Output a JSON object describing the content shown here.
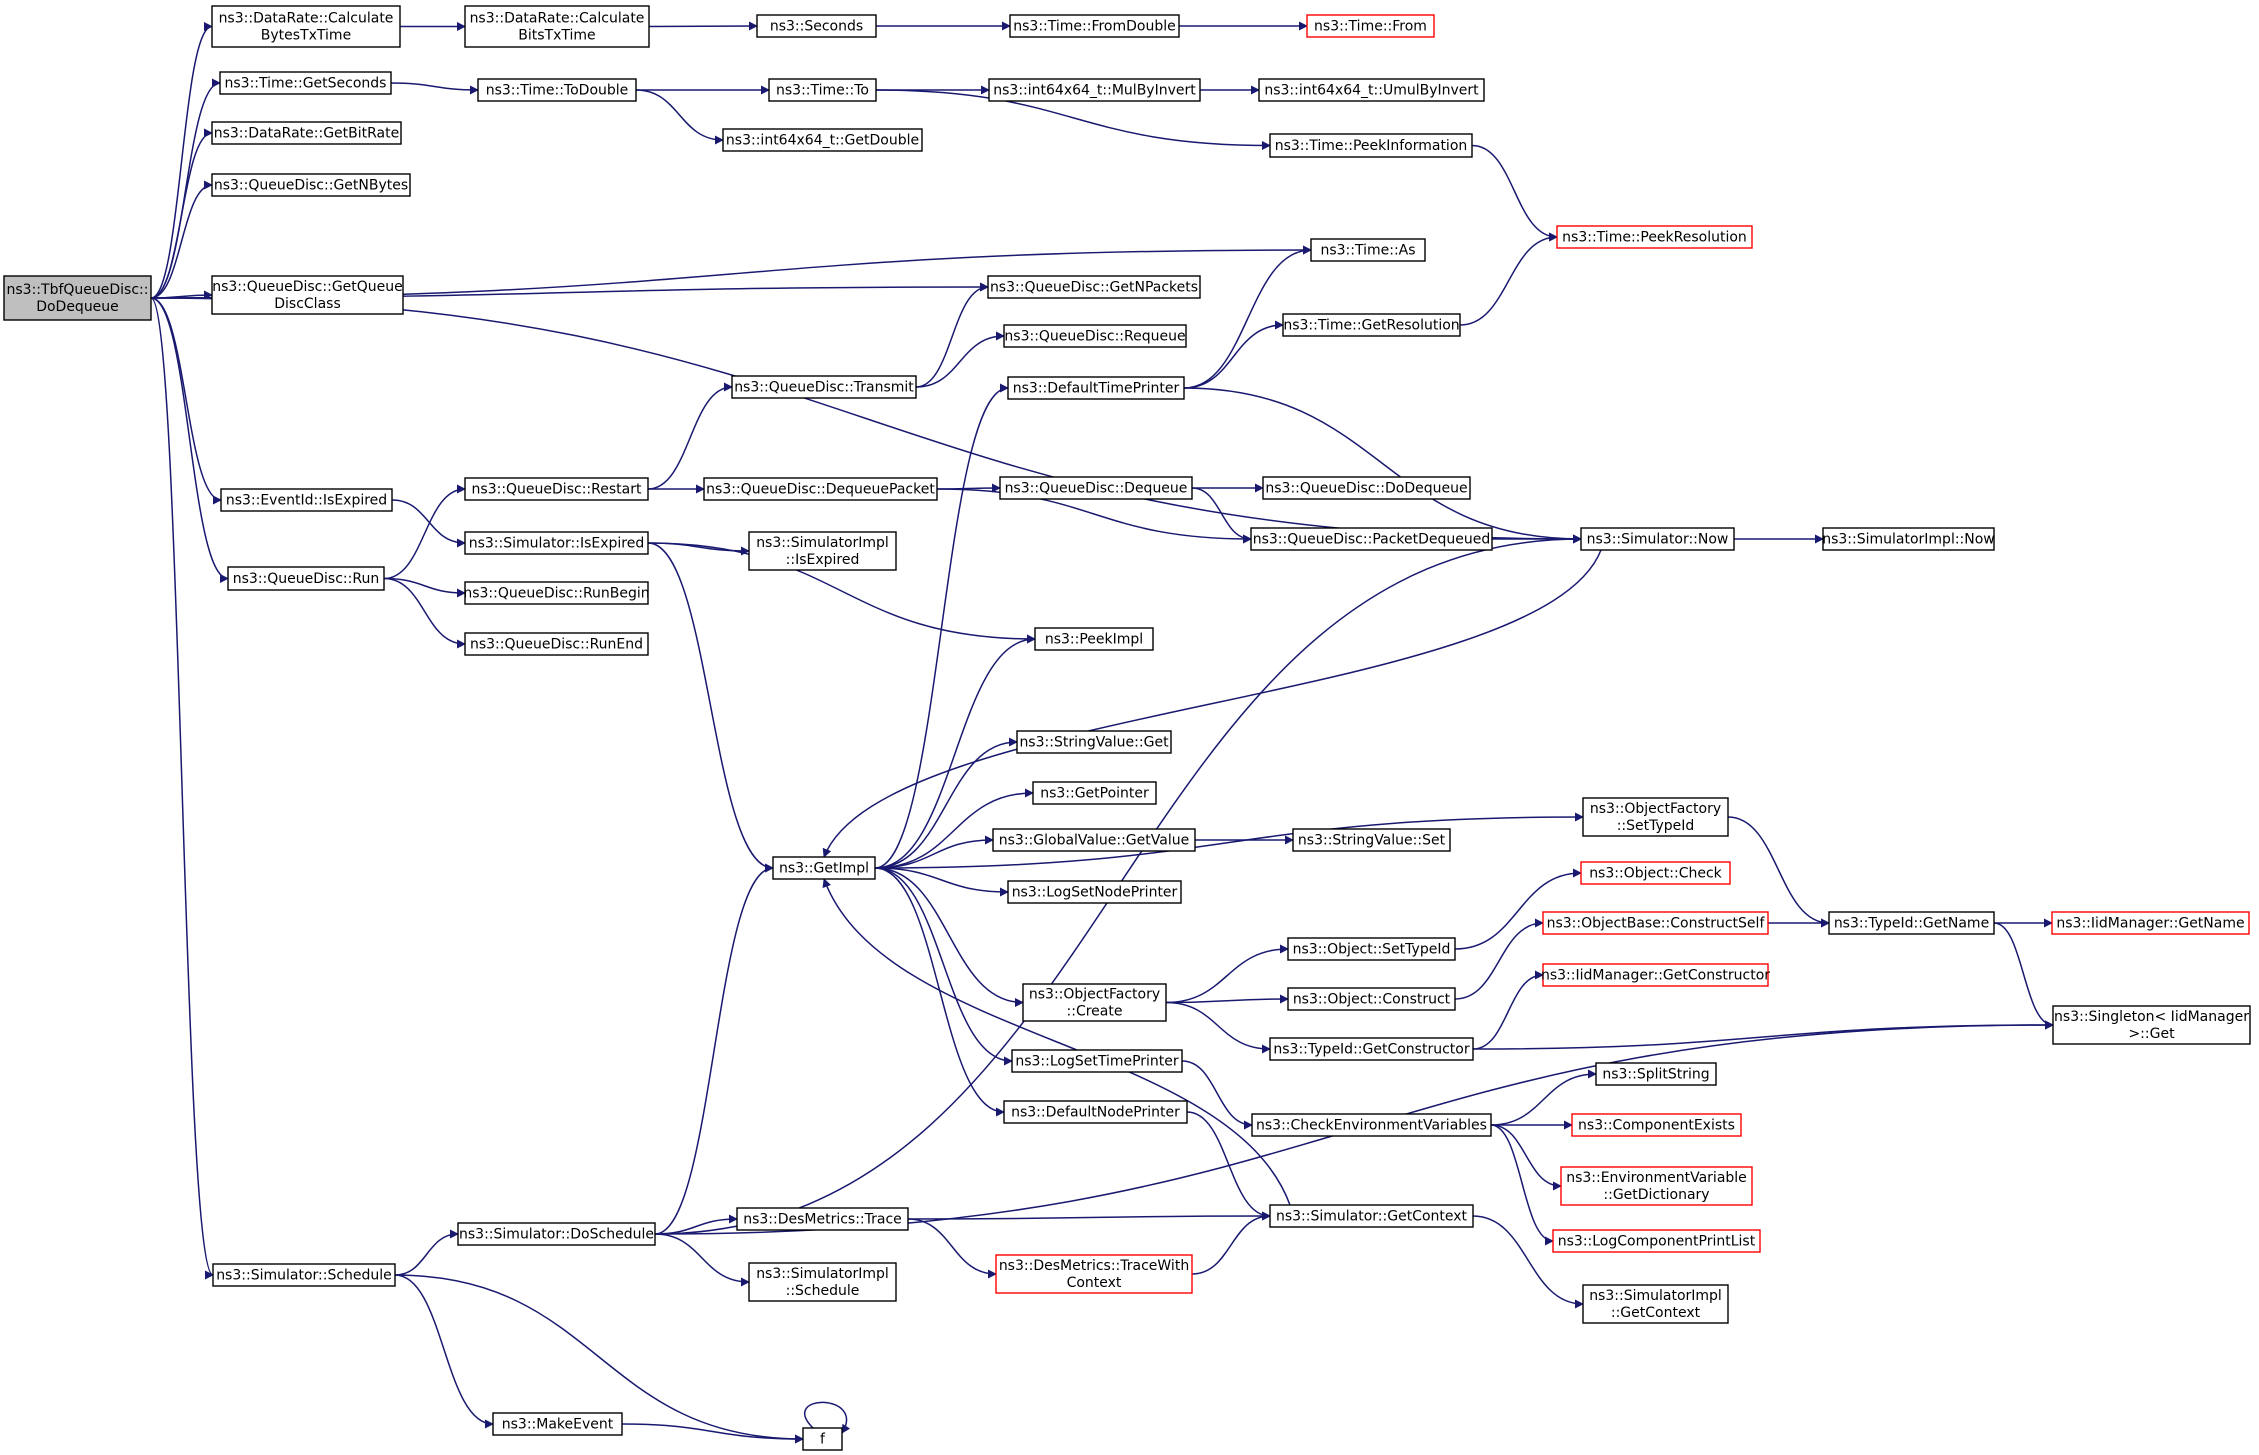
{
  "colors": {
    "edge": "#191970",
    "node_border": "#000000",
    "node_border_truncated": "#ff0000",
    "node_fill": "#ffffff",
    "root_fill": "#bfbfbf",
    "text": "#000000"
  },
  "nodes": [
    {
      "id": "root",
      "lines": [
        "ns3::TbfQueueDisc::",
        "DoDequeue"
      ],
      "root": true
    },
    {
      "id": "calcBytes",
      "lines": [
        "ns3::DataRate::Calculate",
        "BytesTxTime"
      ]
    },
    {
      "id": "calcBits",
      "lines": [
        "ns3::DataRate::Calculate",
        "BitsTxTime"
      ]
    },
    {
      "id": "seconds",
      "lines": [
        "ns3::Seconds"
      ]
    },
    {
      "id": "fromDouble",
      "lines": [
        "ns3::Time::FromDouble"
      ]
    },
    {
      "id": "timeFrom",
      "lines": [
        "ns3::Time::From"
      ],
      "truncated": true
    },
    {
      "id": "getSeconds",
      "lines": [
        "ns3::Time::GetSeconds"
      ]
    },
    {
      "id": "toDouble",
      "lines": [
        "ns3::Time::ToDouble"
      ]
    },
    {
      "id": "timeTo",
      "lines": [
        "ns3::Time::To"
      ]
    },
    {
      "id": "mulByInvert",
      "lines": [
        "ns3::int64x64_t::MulByInvert"
      ]
    },
    {
      "id": "umulByInvert",
      "lines": [
        "ns3::int64x64_t::UmulByInvert"
      ]
    },
    {
      "id": "getDouble",
      "lines": [
        "ns3::int64x64_t::GetDouble"
      ]
    },
    {
      "id": "peekInfo",
      "lines": [
        "ns3::Time::PeekInformation"
      ]
    },
    {
      "id": "getBitRate",
      "lines": [
        "ns3::DataRate::GetBitRate"
      ]
    },
    {
      "id": "getNBytes",
      "lines": [
        "ns3::QueueDisc::GetNBytes"
      ]
    },
    {
      "id": "peekRes",
      "lines": [
        "ns3::Time::PeekResolution"
      ],
      "truncated": true
    },
    {
      "id": "timeAs",
      "lines": [
        "ns3::Time::As"
      ]
    },
    {
      "id": "getQDClass",
      "lines": [
        "ns3::QueueDisc::GetQueue",
        "DiscClass"
      ]
    },
    {
      "id": "getNPackets",
      "lines": [
        "ns3::QueueDisc::GetNPackets"
      ]
    },
    {
      "id": "getRes",
      "lines": [
        "ns3::Time::GetResolution"
      ]
    },
    {
      "id": "requeue",
      "lines": [
        "ns3::QueueDisc::Requeue"
      ]
    },
    {
      "id": "transmit",
      "lines": [
        "ns3::QueueDisc::Transmit"
      ]
    },
    {
      "id": "defTimePrinter",
      "lines": [
        "ns3::DefaultTimePrinter"
      ]
    },
    {
      "id": "restart",
      "lines": [
        "ns3::QueueDisc::Restart"
      ]
    },
    {
      "id": "dequeuePacket",
      "lines": [
        "ns3::QueueDisc::DequeuePacket"
      ]
    },
    {
      "id": "dequeue",
      "lines": [
        "ns3::QueueDisc::Dequeue"
      ]
    },
    {
      "id": "qdDoDequeue",
      "lines": [
        "ns3::QueueDisc::DoDequeue"
      ]
    },
    {
      "id": "eventIsExpired",
      "lines": [
        "ns3::EventId::IsExpired"
      ]
    },
    {
      "id": "simIsExpired",
      "lines": [
        "ns3::Simulator::IsExpired"
      ]
    },
    {
      "id": "simImplIsExpired",
      "lines": [
        "ns3::SimulatorImpl",
        "::IsExpired"
      ]
    },
    {
      "id": "pktDequeued",
      "lines": [
        "ns3::QueueDisc::PacketDequeued"
      ]
    },
    {
      "id": "simNow",
      "lines": [
        "ns3::Simulator::Now"
      ]
    },
    {
      "id": "simImplNow",
      "lines": [
        "ns3::SimulatorImpl::Now"
      ]
    },
    {
      "id": "run",
      "lines": [
        "ns3::QueueDisc::Run"
      ]
    },
    {
      "id": "runBegin",
      "lines": [
        "ns3::QueueDisc::RunBegin"
      ]
    },
    {
      "id": "runEnd",
      "lines": [
        "ns3::QueueDisc::RunEnd"
      ]
    },
    {
      "id": "peekImpl",
      "lines": [
        "ns3::PeekImpl"
      ]
    },
    {
      "id": "strValGet",
      "lines": [
        "ns3::StringValue::Get"
      ]
    },
    {
      "id": "getPointer",
      "lines": [
        "ns3::GetPointer"
      ]
    },
    {
      "id": "ofSetTypeId",
      "lines": [
        "ns3::ObjectFactory",
        "::SetTypeId"
      ]
    },
    {
      "id": "gvGetValue",
      "lines": [
        "ns3::GlobalValue::GetValue"
      ]
    },
    {
      "id": "strValSet",
      "lines": [
        "ns3::StringValue::Set"
      ]
    },
    {
      "id": "getImpl",
      "lines": [
        "ns3::GetImpl"
      ]
    },
    {
      "id": "logSetNodePrinter",
      "lines": [
        "ns3::LogSetNodePrinter"
      ]
    },
    {
      "id": "objCheck",
      "lines": [
        "ns3::Object::Check"
      ],
      "truncated": true
    },
    {
      "id": "constructSelf",
      "lines": [
        "ns3::ObjectBase::ConstructSelf"
      ],
      "truncated": true
    },
    {
      "id": "typeIdGetName",
      "lines": [
        "ns3::TypeId::GetName"
      ]
    },
    {
      "id": "iidGetName",
      "lines": [
        "ns3::IidManager::GetName"
      ],
      "truncated": true
    },
    {
      "id": "objSetTypeId",
      "lines": [
        "ns3::Object::SetTypeId"
      ]
    },
    {
      "id": "ofCreate",
      "lines": [
        "ns3::ObjectFactory",
        "::Create"
      ]
    },
    {
      "id": "objConstruct",
      "lines": [
        "ns3::Object::Construct"
      ]
    },
    {
      "id": "iidGetConstructor",
      "lines": [
        "ns3::IidManager::GetConstructor"
      ],
      "truncated": true
    },
    {
      "id": "typeIdGetConstructor",
      "lines": [
        "ns3::TypeId::GetConstructor"
      ]
    },
    {
      "id": "singletonGet",
      "lines": [
        "ns3::Singleton< IidManager",
        " >::Get"
      ]
    },
    {
      "id": "logSetTimePrinter",
      "lines": [
        "ns3::LogSetTimePrinter"
      ]
    },
    {
      "id": "splitString",
      "lines": [
        "ns3::SplitString"
      ]
    },
    {
      "id": "checkEnv",
      "lines": [
        "ns3::CheckEnvironmentVariables"
      ]
    },
    {
      "id": "compExists",
      "lines": [
        "ns3::ComponentExists"
      ],
      "truncated": true
    },
    {
      "id": "defNodePrinter",
      "lines": [
        "ns3::DefaultNodePrinter"
      ]
    },
    {
      "id": "envGetDict",
      "lines": [
        "ns3::EnvironmentVariable",
        "::GetDictionary"
      ],
      "truncated": true
    },
    {
      "id": "simGetContext",
      "lines": [
        "ns3::Simulator::GetContext"
      ]
    },
    {
      "id": "desTrace",
      "lines": [
        "ns3::DesMetrics::Trace"
      ]
    },
    {
      "id": "simDoSchedule",
      "lines": [
        "ns3::Simulator::DoSchedule"
      ]
    },
    {
      "id": "logCompPrintList",
      "lines": [
        "ns3::LogComponentPrintList"
      ],
      "truncated": true
    },
    {
      "id": "simSchedule",
      "lines": [
        "ns3::Simulator::Schedule"
      ]
    },
    {
      "id": "simImplSchedule",
      "lines": [
        "ns3::SimulatorImpl",
        "::Schedule"
      ]
    },
    {
      "id": "desTraceWithCtx",
      "lines": [
        "ns3::DesMetrics::TraceWith",
        "Context"
      ],
      "truncated": true
    },
    {
      "id": "simImplGetContext",
      "lines": [
        "ns3::SimulatorImpl",
        "::GetContext"
      ]
    },
    {
      "id": "makeEvent",
      "lines": [
        "ns3::MakeEvent"
      ]
    },
    {
      "id": "f",
      "lines": [
        "f"
      ]
    }
  ],
  "edges": [
    [
      "root",
      "calcBytes"
    ],
    [
      "root",
      "getSeconds"
    ],
    [
      "root",
      "getBitRate"
    ],
    [
      "root",
      "getNBytes"
    ],
    [
      "root",
      "timeAs"
    ],
    [
      "root",
      "getQDClass"
    ],
    [
      "root",
      "getNPackets"
    ],
    [
      "root",
      "simNow"
    ],
    [
      "root",
      "eventIsExpired"
    ],
    [
      "root",
      "run"
    ],
    [
      "root",
      "simSchedule"
    ],
    [
      "calcBytes",
      "calcBits"
    ],
    [
      "calcBits",
      "seconds"
    ],
    [
      "seconds",
      "fromDouble"
    ],
    [
      "fromDouble",
      "timeFrom"
    ],
    [
      "getSeconds",
      "toDouble"
    ],
    [
      "toDouble",
      "timeTo"
    ],
    [
      "toDouble",
      "getDouble"
    ],
    [
      "timeTo",
      "mulByInvert"
    ],
    [
      "mulByInvert",
      "umulByInvert"
    ],
    [
      "timeTo",
      "peekInfo"
    ],
    [
      "peekInfo",
      "peekRes"
    ],
    [
      "getRes",
      "peekRes"
    ],
    [
      "transmit",
      "getNPackets"
    ],
    [
      "transmit",
      "requeue"
    ],
    [
      "restart",
      "transmit"
    ],
    [
      "defTimePrinter",
      "timeAs"
    ],
    [
      "defTimePrinter",
      "getRes"
    ],
    [
      "defTimePrinter",
      "simNow"
    ],
    [
      "restart",
      "dequeuePacket"
    ],
    [
      "dequeuePacket",
      "dequeue"
    ],
    [
      "dequeuePacket",
      "pktDequeued"
    ],
    [
      "dequeue",
      "qdDoDequeue"
    ],
    [
      "dequeue",
      "pktDequeued"
    ],
    [
      "pktDequeued",
      "simNow"
    ],
    [
      "simNow",
      "simImplNow"
    ],
    [
      "simNow",
      "getImpl"
    ],
    [
      "eventIsExpired",
      "simIsExpired"
    ],
    [
      "simIsExpired",
      "simImplIsExpired"
    ],
    [
      "simIsExpired",
      "peekImpl"
    ],
    [
      "simIsExpired",
      "getImpl"
    ],
    [
      "run",
      "restart"
    ],
    [
      "run",
      "runBegin"
    ],
    [
      "run",
      "runEnd"
    ],
    [
      "getImpl",
      "defTimePrinter"
    ],
    [
      "getImpl",
      "peekImpl"
    ],
    [
      "getImpl",
      "strValGet"
    ],
    [
      "getImpl",
      "getPointer"
    ],
    [
      "getImpl",
      "gvGetValue"
    ],
    [
      "getImpl",
      "logSetNodePrinter"
    ],
    [
      "getImpl",
      "ofSetTypeId"
    ],
    [
      "getImpl",
      "ofCreate"
    ],
    [
      "getImpl",
      "logSetTimePrinter"
    ],
    [
      "getImpl",
      "defNodePrinter"
    ],
    [
      "gvGetValue",
      "strValSet"
    ],
    [
      "ofSetTypeId",
      "typeIdGetName"
    ],
    [
      "ofCreate",
      "objSetTypeId"
    ],
    [
      "ofCreate",
      "objConstruct"
    ],
    [
      "ofCreate",
      "typeIdGetConstructor"
    ],
    [
      "objSetTypeId",
      "objCheck"
    ],
    [
      "objConstruct",
      "constructSelf"
    ],
    [
      "constructSelf",
      "typeIdGetName"
    ],
    [
      "typeIdGetName",
      "iidGetName"
    ],
    [
      "typeIdGetName",
      "singletonGet"
    ],
    [
      "typeIdGetConstructor",
      "iidGetConstructor"
    ],
    [
      "typeIdGetConstructor",
      "singletonGet"
    ],
    [
      "logSetTimePrinter",
      "checkEnv"
    ],
    [
      "checkEnv",
      "splitString"
    ],
    [
      "checkEnv",
      "compExists"
    ],
    [
      "checkEnv",
      "envGetDict"
    ],
    [
      "checkEnv",
      "logCompPrintList"
    ],
    [
      "defNodePrinter",
      "simGetContext"
    ],
    [
      "simGetContext",
      "getImpl"
    ],
    [
      "simGetContext",
      "simImplGetContext"
    ],
    [
      "simSchedule",
      "simDoSchedule"
    ],
    [
      "simSchedule",
      "makeEvent"
    ],
    [
      "simSchedule",
      "f"
    ],
    [
      "simDoSchedule",
      "getImpl"
    ],
    [
      "simDoSchedule",
      "simNow"
    ],
    [
      "simDoSchedule",
      "desTrace"
    ],
    [
      "simDoSchedule",
      "simImplSchedule"
    ],
    [
      "simDoSchedule",
      "singletonGet"
    ],
    [
      "desTrace",
      "simGetContext"
    ],
    [
      "desTrace",
      "desTraceWithCtx"
    ],
    [
      "desTraceWithCtx",
      "simGetContext"
    ],
    [
      "makeEvent",
      "f"
    ],
    [
      "f",
      "f"
    ]
  ]
}
